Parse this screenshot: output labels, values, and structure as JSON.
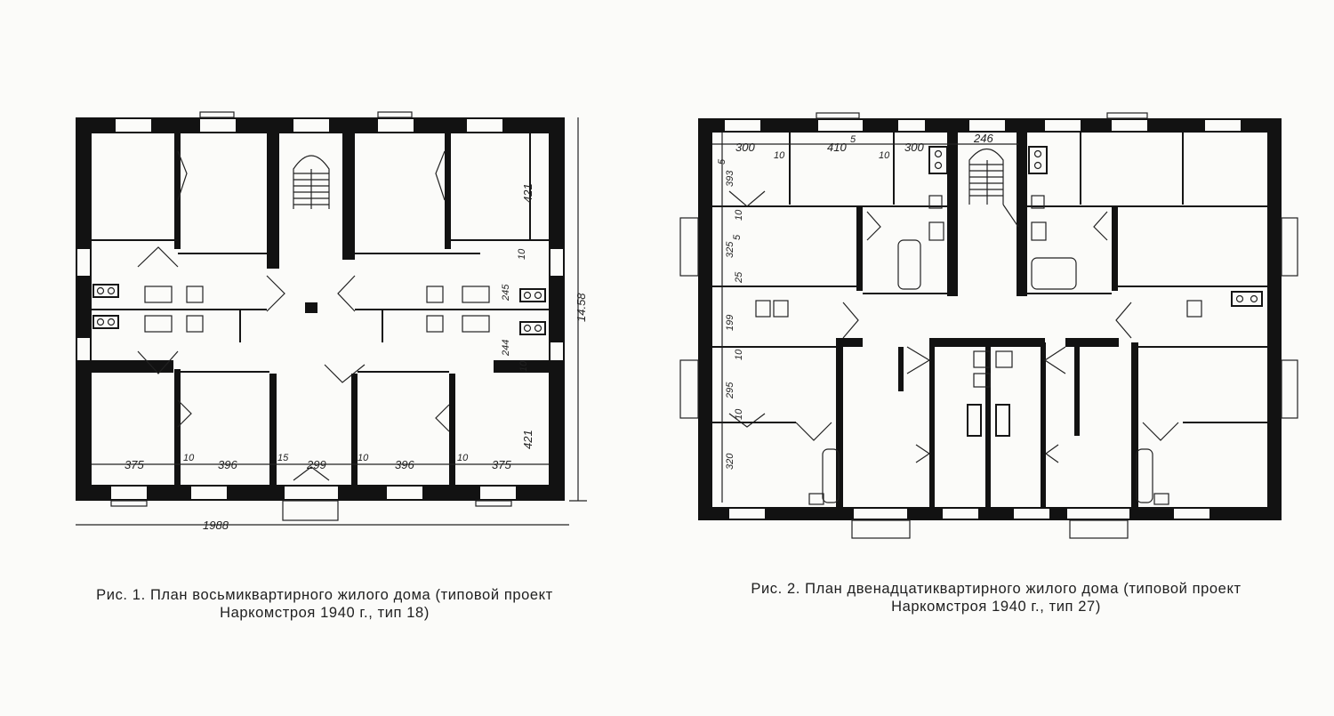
{
  "figures": [
    {
      "caption_line1": "Рис. 1. План восьмиквартирного жилого дома (типовой проект",
      "caption_line2": "Наркомстроя 1940 г., тип 18)",
      "dims": {
        "overall_width": "1988",
        "overall_depth": "14.58",
        "room_widths": [
          "375",
          "10",
          "396",
          "15",
          "299",
          "10",
          "396",
          "10",
          "375"
        ],
        "room_depth_top": "421",
        "room_depth_bottom": "421",
        "corridor_a": "10",
        "corridor_b": "245",
        "corridor_c": "244",
        "corridor_d": "10"
      }
    },
    {
      "caption_line1": "Рис. 2. План двенадцатиквартирного жилого дома (типовой проект",
      "caption_line2": "Наркомстроя 1940 г., тип 27)",
      "dims": {
        "top_widths": [
          "300",
          "10",
          "410",
          "10",
          "300",
          "246"
        ],
        "top_sup": "5",
        "depth_1": "393",
        "depth_1_sup": "5",
        "depth_2": "10",
        "depth_3": "325",
        "depth_3_sup": "5",
        "depth_4": "25",
        "depth_5": "199",
        "depth_6": "10",
        "depth_7": "295",
        "depth_8": "10",
        "depth_9": "320"
      }
    }
  ]
}
